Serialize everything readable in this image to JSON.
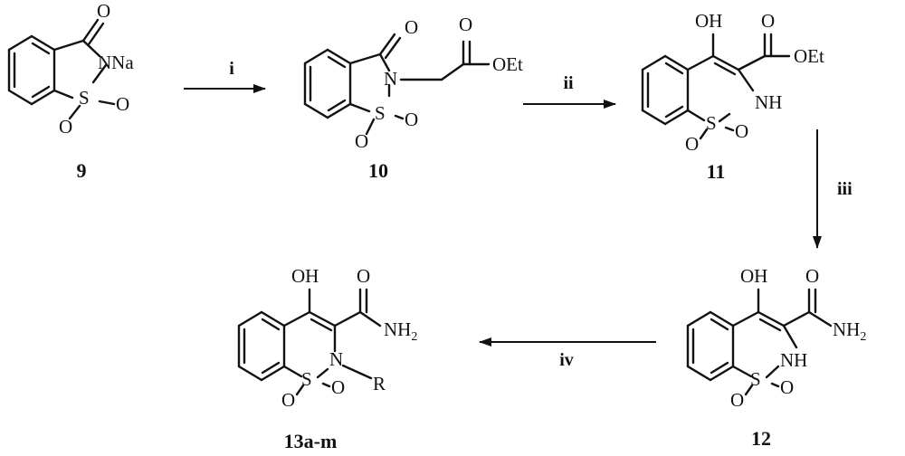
{
  "compounds": [
    {
      "id": "9"
    },
    {
      "id": "10"
    },
    {
      "id": "11"
    },
    {
      "id": "12"
    },
    {
      "id": "13a-m"
    }
  ],
  "atom_labels": {
    "O": "O",
    "NNa": "NNa",
    "S": "S",
    "N": "N",
    "NH": "NH",
    "OH": "OH",
    "OEt": "OEt",
    "NH2_main": "NH",
    "NH2_sub": "2",
    "R": "R"
  },
  "steps": [
    "i",
    "ii",
    "iii",
    "iv"
  ]
}
